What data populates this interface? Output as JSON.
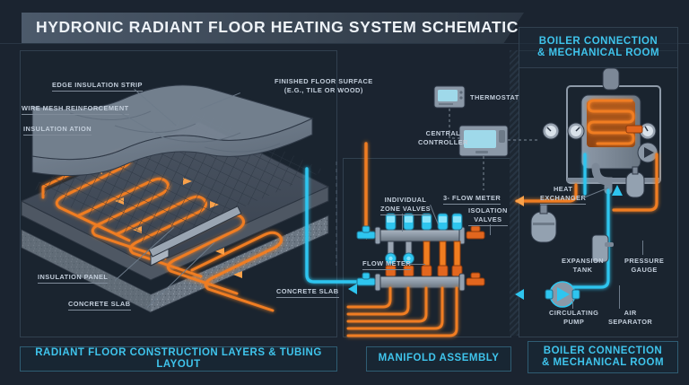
{
  "title": "HYDRONIC RADIANT FLOOR HEATING SYSTEM SCHEMATIC",
  "panels": {
    "boiler_header": "BOILER CONNECTION\n& MECHANICAL ROOM",
    "boiler_header_line1": "BOILER CONNECTION",
    "boiler_header_line2": "& MECHANICAL ROOM"
  },
  "captions": {
    "floor": "RADIANT FLOOR CONSTRUCTION LAYERS & TUBING LAYOUT",
    "manifold": "MANIFOLD ASSEMBLY",
    "boiler_line1": "BOILER CONNECTION",
    "boiler_line2": "& MECHANICAL ROOM"
  },
  "floor_labels": {
    "edge_insulation": "EDGE INSULATION STRIP",
    "wire_mesh": "WIRE MESH REINFORCEMENT",
    "insulation_ation": "INSULATION ATION",
    "finished_floor_line1": "FINISHED FLOOR SURFACE",
    "finished_floor_line2": "(E.G., TILE OR WOOD)",
    "insulation_panel": "INSULATION PANEL",
    "concrete_slab": "CONCRETE SLAB",
    "concrete_slab_2": "CONCRETE SLAB"
  },
  "controls": {
    "thermostat": "THERMOSTAT",
    "central_controller_line1": "CENTRAL",
    "central_controller_line2": "CONTROLLER"
  },
  "manifold_labels": {
    "zone_valves_line1": "INDIVIDUAL",
    "zone_valves_line2": "ZONE VALVES",
    "flow_meter_top": "3- FLOW METER",
    "isolation_valves_line1": "ISOLATION",
    "isolation_valves_line2": "VALVES",
    "flow_meter": "FLOW METER"
  },
  "boiler_labels": {
    "heat_exchanger_line1": "HEAT",
    "heat_exchanger_line2": "EXCHANGER",
    "expansion_tank_line1": "EXPANSION",
    "expansion_tank_line2": "TANK",
    "pressure_gauge_line1": "PRESSURE",
    "pressure_gauge_line2": "GAUGE",
    "circulating_pump_line1": "CIRCULATING",
    "circulating_pump_line2": "PUMP",
    "air_separator_line1": "AIR",
    "air_separator_line2": "SEPARATOR"
  },
  "colors": {
    "background": "#1b2430",
    "supply_hot": "#f07d20",
    "return_cold": "#2ec5ef",
    "accent_caption": "#3fc4ec",
    "label_text": "#c3cedb",
    "panel_border": "#31404f",
    "metal": "#93a1b0"
  }
}
